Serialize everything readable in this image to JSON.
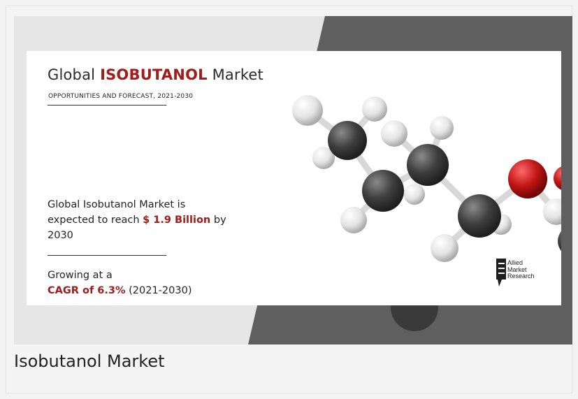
{
  "banner": {
    "title_prefix": "Global",
    "title_bold": "ISOBUTANOL",
    "title_suffix": "Market",
    "subtitle": "OPPORTUNITIES AND FORECAST, 2021-2030",
    "reach_text_1": "Global Isobutanol Market is expected to reach",
    "reach_value": "$ 1.9 Billion",
    "reach_text_2": "by 2030",
    "growing_text": "Growing at a",
    "cagr_label": "CAGR of 6.3%",
    "cagr_period": "(2021-2030)",
    "logo_line1": "Allied",
    "logo_line2": "Market",
    "logo_line3": "Research"
  },
  "caption": "Isobutanol Market",
  "colors": {
    "accent_red": "#a11c1c",
    "dark_band": "#5d5d5d",
    "light_bg": "#e6e6e6"
  }
}
